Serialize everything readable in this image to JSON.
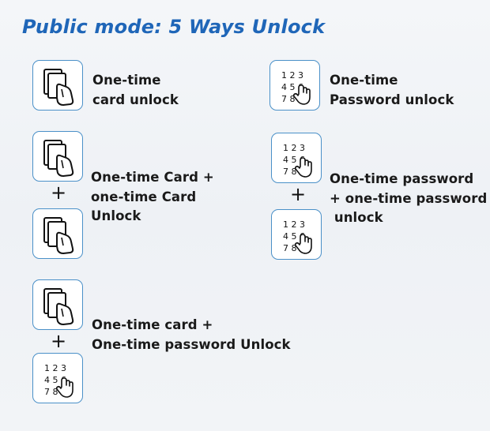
{
  "title": "Public mode: 5 Ways Unlock",
  "methods": [
    {
      "line1": "One-time",
      "line2": "card unlock"
    },
    {
      "line1": "One-time",
      "line2": "Password unlock"
    },
    {
      "line1": "One-time Card +",
      "line2": "one-time Card",
      "line3": "Unlock"
    },
    {
      "line1": "One-time password",
      "line2": "+ one-time password",
      "line3": " unlock"
    },
    {
      "line1": "One-time card +",
      "line2": "One-time password Unlock"
    }
  ],
  "plus_symbol": "+",
  "keypad": {
    "row1": "1 2 3",
    "row2": "4 5 6",
    "row3": "7 8"
  },
  "icons": [
    "card-icon",
    "keypad-icon"
  ],
  "colors": {
    "title": "#1f66b8",
    "tile_border": "#4a90c8",
    "text": "#1a1a1a"
  }
}
